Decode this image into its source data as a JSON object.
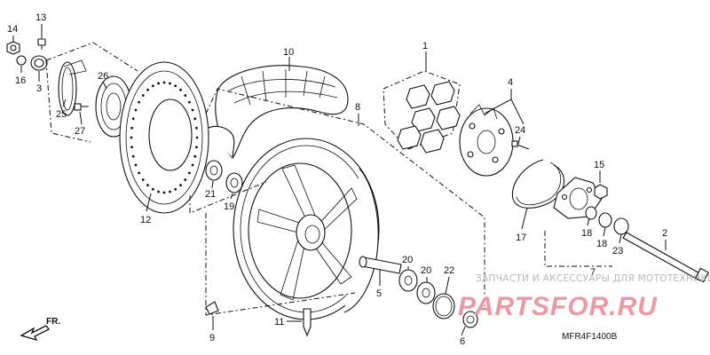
{
  "callouts": [
    {
      "id": "c13",
      "text": "13"
    },
    {
      "id": "c14",
      "text": "14"
    },
    {
      "id": "c16",
      "text": "16"
    },
    {
      "id": "c3",
      "text": "3"
    },
    {
      "id": "c25",
      "text": "25"
    },
    {
      "id": "c26",
      "text": "26"
    },
    {
      "id": "c27",
      "text": "27"
    },
    {
      "id": "c10",
      "text": "10"
    },
    {
      "id": "c8",
      "text": "8"
    },
    {
      "id": "c12",
      "text": "12"
    },
    {
      "id": "c21",
      "text": "21"
    },
    {
      "id": "c19",
      "text": "19"
    },
    {
      "id": "c1",
      "text": "1"
    },
    {
      "id": "c4",
      "text": "4"
    },
    {
      "id": "c24",
      "text": "24"
    },
    {
      "id": "c15",
      "text": "15"
    },
    {
      "id": "c17",
      "text": "17"
    },
    {
      "id": "c18a",
      "text": "18"
    },
    {
      "id": "c18b",
      "text": "18"
    },
    {
      "id": "c23",
      "text": "23"
    },
    {
      "id": "c2",
      "text": "2"
    },
    {
      "id": "c7",
      "text": "7"
    },
    {
      "id": "c5",
      "text": "5"
    },
    {
      "id": "c20a",
      "text": "20"
    },
    {
      "id": "c20b",
      "text": "20"
    },
    {
      "id": "c22",
      "text": "22"
    },
    {
      "id": "c9",
      "text": "9"
    },
    {
      "id": "c11",
      "text": "11"
    },
    {
      "id": "c6",
      "text": "6"
    }
  ],
  "direction_label": "FR.",
  "diagram_code": "MFR4F1400B",
  "watermark": {
    "tagline": "ЗАПЧАСТИ И АКСЕССУАРЫ ДЛЯ МОТОТЕХНИКИ",
    "brand": "PARTSFOR.RU"
  }
}
